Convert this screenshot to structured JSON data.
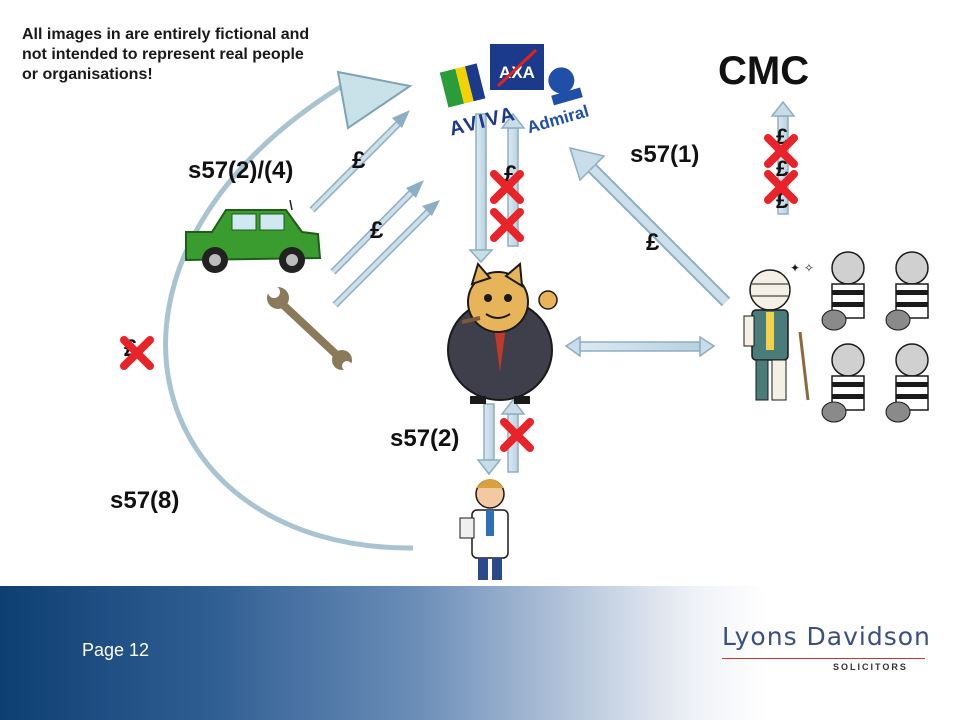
{
  "disclaimer": "All images in are entirely fictional and not intended to represent real people or organisations!",
  "labels": {
    "cmc": "CMC",
    "s57_1": "s57(1)",
    "s57_2_4": "s57(2)/(4)",
    "s57_2": "s57(2)",
    "s57_8": "s57(8)",
    "pound": "£"
  },
  "footer": {
    "page": "Page 12",
    "logo_name": "Lyons Davidson",
    "logo_sub": "SOLICITORS"
  },
  "insurers": [
    "AXA",
    "AVIVA",
    "Admiral"
  ],
  "colors": {
    "arrow_fill": "#c9dde9",
    "arrow_stroke": "#8eaec4",
    "cross": "#e8242a",
    "brand_navy": "#0e3f73",
    "axa_blue": "#1c3a8c",
    "aviva_green": "#2a9d3a",
    "admiral_blue": "#1f4fa8",
    "car_green": "#3a9b2e"
  },
  "icons": [
    "car-icon",
    "spanner-icon",
    "fat-cat-icon",
    "doctor-icon",
    "injured-man-icon",
    "fraudster-icon"
  ]
}
